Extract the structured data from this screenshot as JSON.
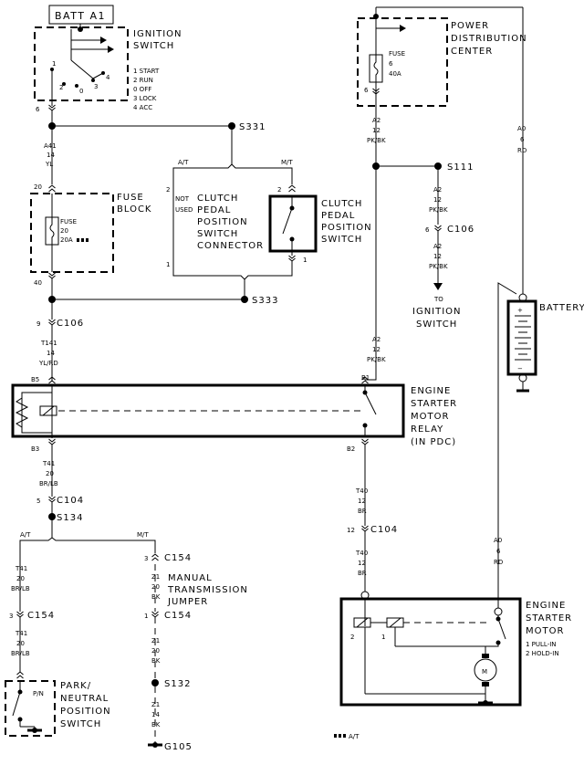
{
  "batt": "BATT A1",
  "ignition": {
    "name": [
      "IGNITION",
      "SWITCH"
    ],
    "pos_nums": [
      "1",
      "2",
      "0",
      "3",
      "4"
    ],
    "legend": [
      "1 START",
      "2 RUN",
      "0 OFF",
      "3 LOCK",
      "4 ACC"
    ],
    "pin": "6"
  },
  "pdc": {
    "name": [
      "POWER",
      "DISTRIBUTION",
      "CENTER"
    ],
    "fuse": [
      "FUSE",
      "6",
      "40A"
    ],
    "pin": "6"
  },
  "battery": {
    "name": "BATTERY",
    "plus": "+",
    "minus": "−"
  },
  "splices": {
    "s331": "S331",
    "s333": "S333",
    "s111": "S111",
    "s134": "S134",
    "s132": "S132"
  },
  "wires": {
    "a41": [
      "A41",
      "14",
      "YL"
    ],
    "t141": [
      "T141",
      "14",
      "YL/RD"
    ],
    "t41_relay": [
      "T41",
      "20",
      "BR/LB"
    ],
    "t41_at": [
      "T41",
      "20",
      "BR/LB"
    ],
    "t41_at2": [
      "T41",
      "20",
      "BR/LB"
    ],
    "a2_pdc": [
      "A2",
      "12",
      "PK/BK"
    ],
    "a2_branch": [
      "A2",
      "12",
      "PK/BK"
    ],
    "a2_branch2": [
      "A2",
      "12",
      "PK/BK"
    ],
    "a2_relay": [
      "A2",
      "12",
      "PK/BK"
    ],
    "a0_pdc": [
      "A0",
      "6",
      "RD"
    ],
    "a0_motor": [
      "A0",
      "6",
      "RD"
    ],
    "t40_a": [
      "T40",
      "12",
      "BR"
    ],
    "t40_b": [
      "T40",
      "12",
      "BR"
    ],
    "z1_a": [
      "Z1",
      "20",
      "BK"
    ],
    "z1_b": [
      "Z1",
      "20",
      "BK"
    ],
    "z1_c": [
      "Z1",
      "14",
      "BK"
    ]
  },
  "fuse_block": {
    "name": [
      "FUSE",
      "BLOCK"
    ],
    "fuse": [
      "FUSE",
      "20",
      "20A"
    ],
    "pin_top": "20",
    "pin_bot": "40"
  },
  "clutch": {
    "at": "A/T",
    "mt": "M/T",
    "not_used": [
      "NOT",
      "USED"
    ],
    "connector": [
      "CLUTCH",
      "PEDAL",
      "POSITION",
      "SWITCH",
      "CONNECTOR"
    ],
    "switch": [
      "CLUTCH",
      "PEDAL",
      "POSITION",
      "SWITCH"
    ],
    "pin_2_left": "2",
    "pin_1_left": "1",
    "pin_2": "2",
    "pin_1": "1"
  },
  "connectors": {
    "c106_a": "C106",
    "c106_a_pin": "6",
    "c106_b": "C106",
    "c106_b_pin": "9",
    "c104_a": "C104",
    "c104_a_pin": "5",
    "c104_b": "C104",
    "c104_b_pin": "12",
    "c154_a": "C154",
    "c154_a_pin": "3",
    "c154_b": "C154",
    "c154_b_pin": "3",
    "c154_c": "C154",
    "c154_c_pin": "1"
  },
  "to_ignition": [
    "TO",
    "IGNITION",
    "SWITCH"
  ],
  "relay": {
    "name": [
      "ENGINE",
      "STARTER",
      "MOTOR",
      "RELAY",
      "(IN PDC)"
    ],
    "b5": "B5",
    "b1": "B1",
    "b3": "B3",
    "b2": "B2"
  },
  "branch": {
    "at": "A/T",
    "mt": "M/T"
  },
  "jumper": [
    "MANUAL",
    "TRANSMISSION",
    "JUMPER"
  ],
  "park": {
    "name": [
      "PARK/",
      "NEUTRAL",
      "POSITION",
      "SWITCH"
    ],
    "label": "P/N"
  },
  "motor": {
    "name": [
      "ENGINE",
      "STARTER",
      "MOTOR"
    ],
    "legend": [
      "1 PULL-IN",
      "2 HOLD-IN"
    ],
    "pin2": "2",
    "pin1": "1",
    "m": "M"
  },
  "ground": "G105",
  "footnote": "A/T"
}
